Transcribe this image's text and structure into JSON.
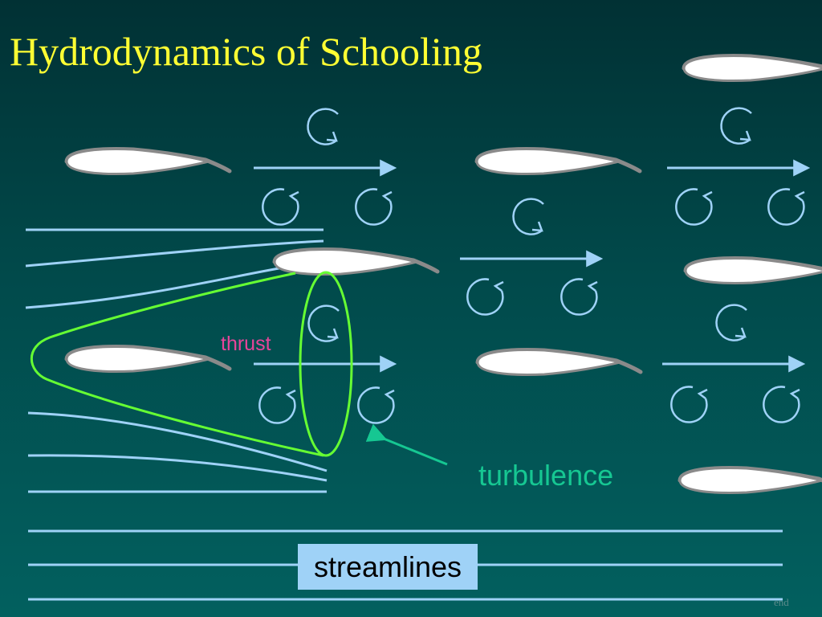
{
  "slide": {
    "title": "Hydrodynamics of Schooling",
    "labels": {
      "thrust": "thrust",
      "turbulence": "turbulence",
      "streamlines": "streamlines",
      "end": "end"
    }
  },
  "colors": {
    "background_top": "#013134",
    "background_bottom": "#02605f",
    "title": "#ffff33",
    "fish_fill": "#ffffff",
    "fish_outline": "#8a8a8a",
    "streamline": "#9fd2f7",
    "vortex": "#9fd2f7",
    "thrust_outline": "#66ff33",
    "thrust_label": "#e8459a",
    "turbulence_label": "#16c792",
    "streamlines_box": "#9fd2f7"
  },
  "icons": {
    "fish": "fish-icon",
    "vortex": "vortex-icon",
    "flow_arrow": "arrow-right-icon"
  }
}
